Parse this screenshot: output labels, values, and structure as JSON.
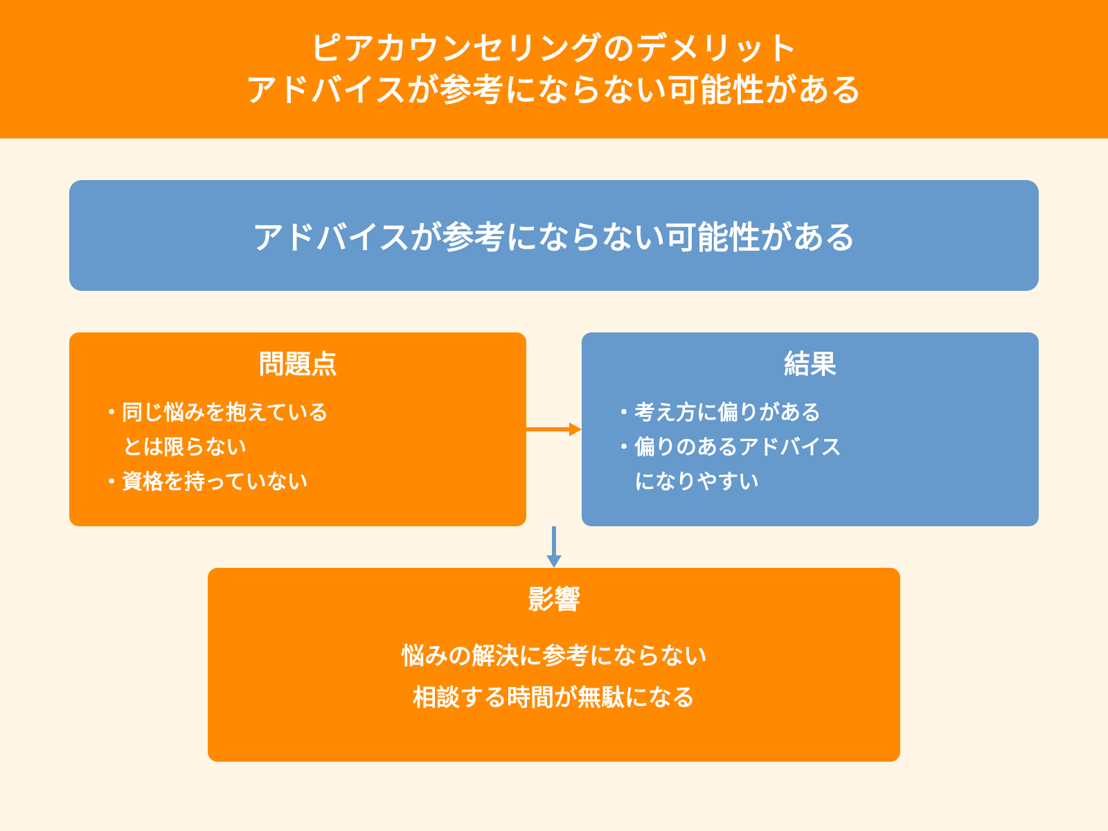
{
  "header": {
    "line1": "ピアカウンセリングのデメリット",
    "line2": "アドバイスが参考にならない可能性がある"
  },
  "main_box": {
    "text": "アドバイスが参考にならない可能性がある"
  },
  "problem": {
    "title": "問題点",
    "items": [
      "・同じ悩みを抱えている",
      "　とは限らない",
      "・資格を持っていない"
    ]
  },
  "result": {
    "title": "結果",
    "items": [
      "・考え方に偏りがある",
      "・偏りのあるアドバイス",
      "　になりやすい"
    ]
  },
  "impact": {
    "title": "影響",
    "lines": [
      "悩みの解決に参考にならない",
      "相談する時間が無駄になる"
    ]
  },
  "colors": {
    "orange": "#FF8A00",
    "blue": "#6699CC",
    "background": "#FFF6E5",
    "text": "#FFFFFF"
  },
  "icons": {
    "connector_right": "arrow-right-icon",
    "connector_down": "arrow-down-icon"
  }
}
